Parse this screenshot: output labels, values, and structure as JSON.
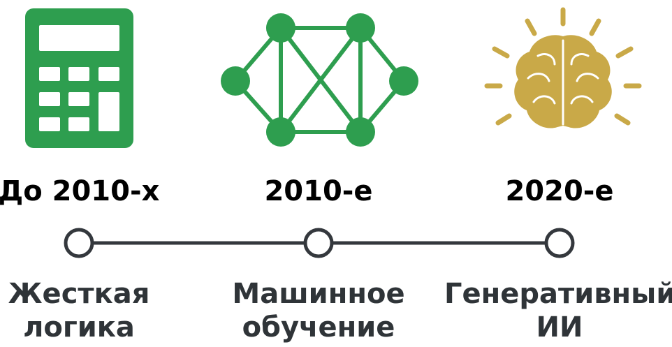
{
  "colors": {
    "green": "#2e9e4f",
    "gold": "#c9a948",
    "line": "#34383d",
    "text": "#000000",
    "stage_text": "#2f3438"
  },
  "timeline": {
    "items": [
      {
        "icon": "calculator-icon",
        "era": "До 2010-х",
        "stage_line1": "Жесткая",
        "stage_line2": "логика"
      },
      {
        "icon": "neural-network-icon",
        "era": "2010-е",
        "stage_line1": "Машинное",
        "stage_line2": "обучение"
      },
      {
        "icon": "glowing-brain-icon",
        "era": "2020-е",
        "stage_line1": "Генеративный",
        "stage_line2": "ИИ"
      }
    ]
  }
}
